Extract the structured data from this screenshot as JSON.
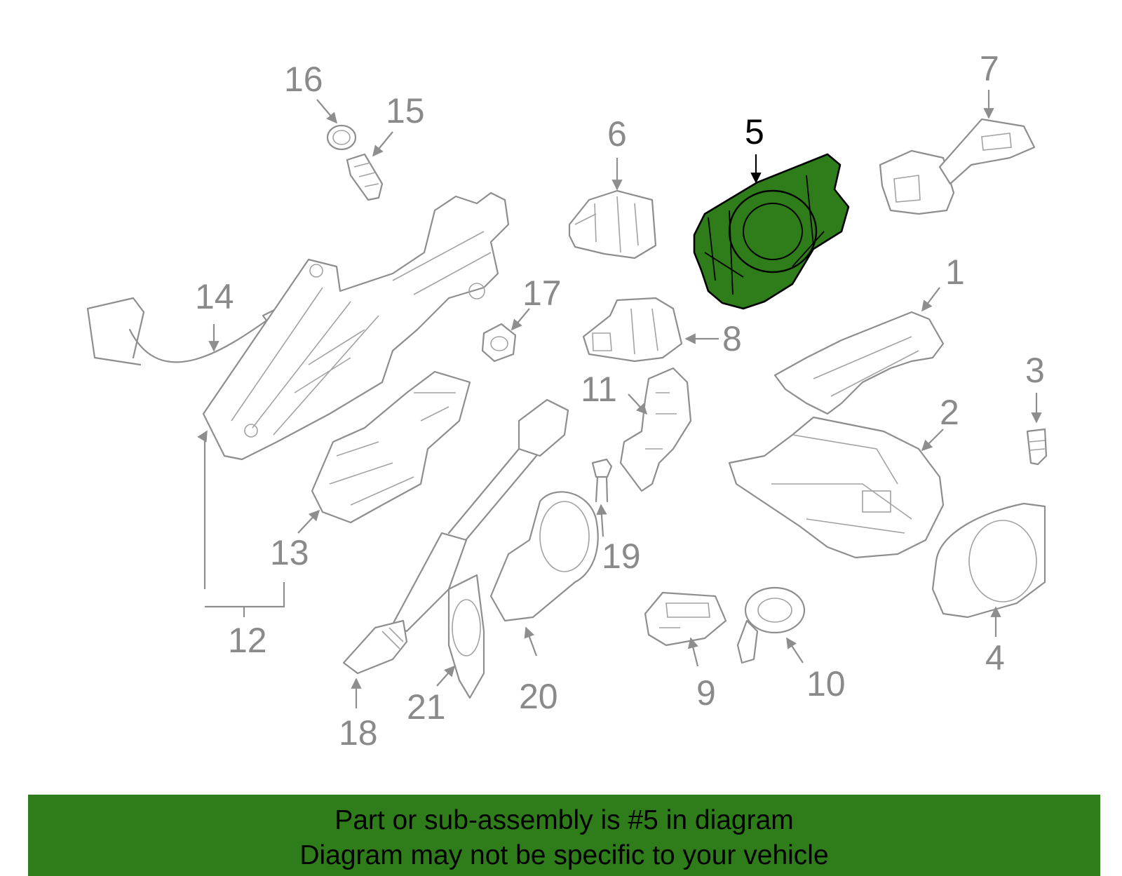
{
  "diagram": {
    "selected_part": "5",
    "highlight_color": "#2e7d1a",
    "callouts": {
      "c1": "1",
      "c2": "2",
      "c3": "3",
      "c4": "4",
      "c5": "5",
      "c6": "6",
      "c7": "7",
      "c8": "8",
      "c9": "9",
      "c10": "10",
      "c11": "11",
      "c12": "12",
      "c13": "13",
      "c14": "14",
      "c15": "15",
      "c16": "16",
      "c17": "17",
      "c18": "18",
      "c19": "19",
      "c20": "20",
      "c21": "21"
    }
  },
  "banner": {
    "line1": "Part or sub-assembly is #5 in diagram",
    "line2": "Diagram may not be specific to your vehicle",
    "background": "#2e7d1a"
  }
}
